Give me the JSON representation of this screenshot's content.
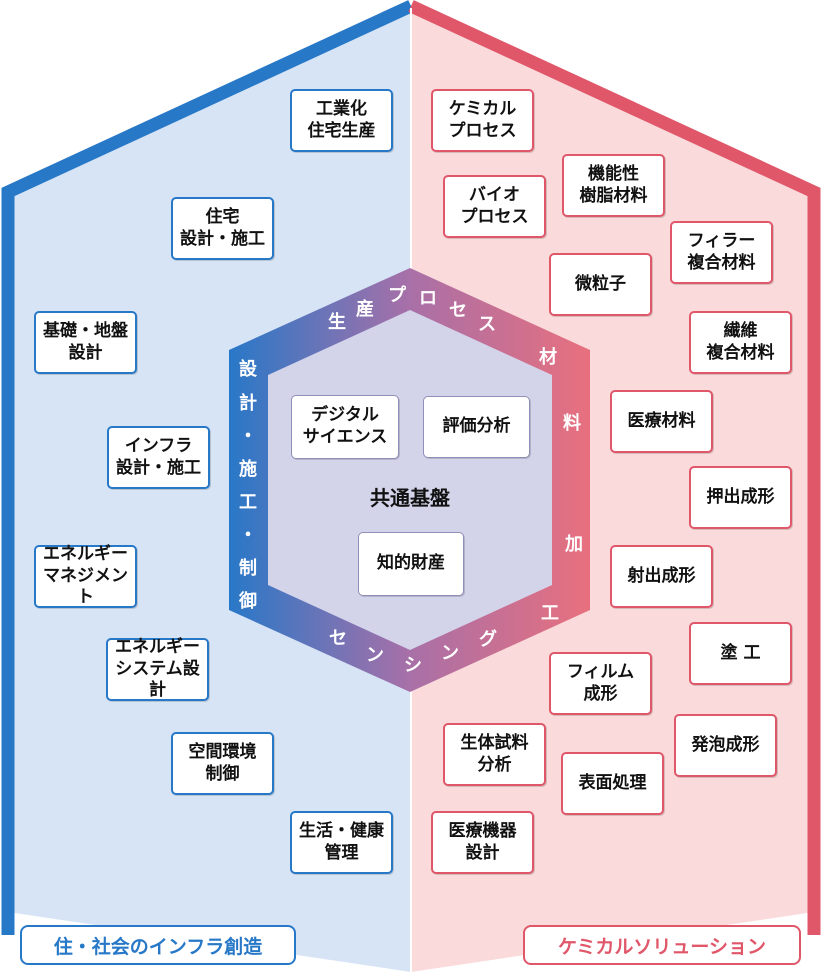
{
  "colors": {
    "blue": "#2878c8",
    "red": "#e0576a",
    "left_fill": "#d6e4f5",
    "right_fill": "#fadada",
    "core_fill": "#d3d3ea"
  },
  "center": {
    "label": "共通基盤"
  },
  "core_items": [
    {
      "id": "digital-science",
      "label": "デジタル\nサイエンス"
    },
    {
      "id": "evaluation",
      "label": "評価分析"
    },
    {
      "id": "ip",
      "label": "知的財産"
    }
  ],
  "ring": {
    "top": [
      "生",
      "産",
      "プ",
      "ロ",
      "セ",
      "ス"
    ],
    "left": [
      "設",
      "計",
      "・",
      "施",
      "工",
      "・",
      "制",
      "御"
    ],
    "right": [
      "材",
      "料",
      "加",
      "工"
    ],
    "bottom": [
      "セ",
      "ン",
      "シ",
      "ン",
      "グ"
    ]
  },
  "left_items": [
    {
      "id": "industrial-housing",
      "label": "工業化\n住宅生産"
    },
    {
      "id": "housing-design",
      "label": "住宅\n設計・施工"
    },
    {
      "id": "foundation",
      "label": "基礎・地盤\n設計"
    },
    {
      "id": "infra-design",
      "label": "インフラ\n設計・施工"
    },
    {
      "id": "energy-mgmt",
      "label": "エネルギー\nマネジメント"
    },
    {
      "id": "energy-system",
      "label": "エネルギー\nシステム設計"
    },
    {
      "id": "space-env",
      "label": "空間環境\n制御"
    },
    {
      "id": "life-health",
      "label": "生活・健康\n管理"
    }
  ],
  "right_items": [
    {
      "id": "chemical-process",
      "label": "ケミカル\nプロセス"
    },
    {
      "id": "functional-resin",
      "label": "機能性\n樹脂材料"
    },
    {
      "id": "bio-process",
      "label": "バイオ\nプロセス"
    },
    {
      "id": "filler-composite",
      "label": "フィラー\n複合材料"
    },
    {
      "id": "microparticle",
      "label": "微粒子"
    },
    {
      "id": "fiber-composite",
      "label": "繊維\n複合材料"
    },
    {
      "id": "medical-material",
      "label": "医療材料"
    },
    {
      "id": "extrusion",
      "label": "押出成形"
    },
    {
      "id": "injection",
      "label": "射出成形"
    },
    {
      "id": "coating",
      "label": "塗 工"
    },
    {
      "id": "film",
      "label": "フィルム\n成形"
    },
    {
      "id": "foam",
      "label": "発泡成形"
    },
    {
      "id": "biosample",
      "label": "生体試料\n分析"
    },
    {
      "id": "surface",
      "label": "表面処理"
    },
    {
      "id": "medical-device",
      "label": "医療機器\n設計"
    }
  ],
  "sections": {
    "left": "住・社会のインフラ創造",
    "right": "ケミカルソリューション"
  }
}
